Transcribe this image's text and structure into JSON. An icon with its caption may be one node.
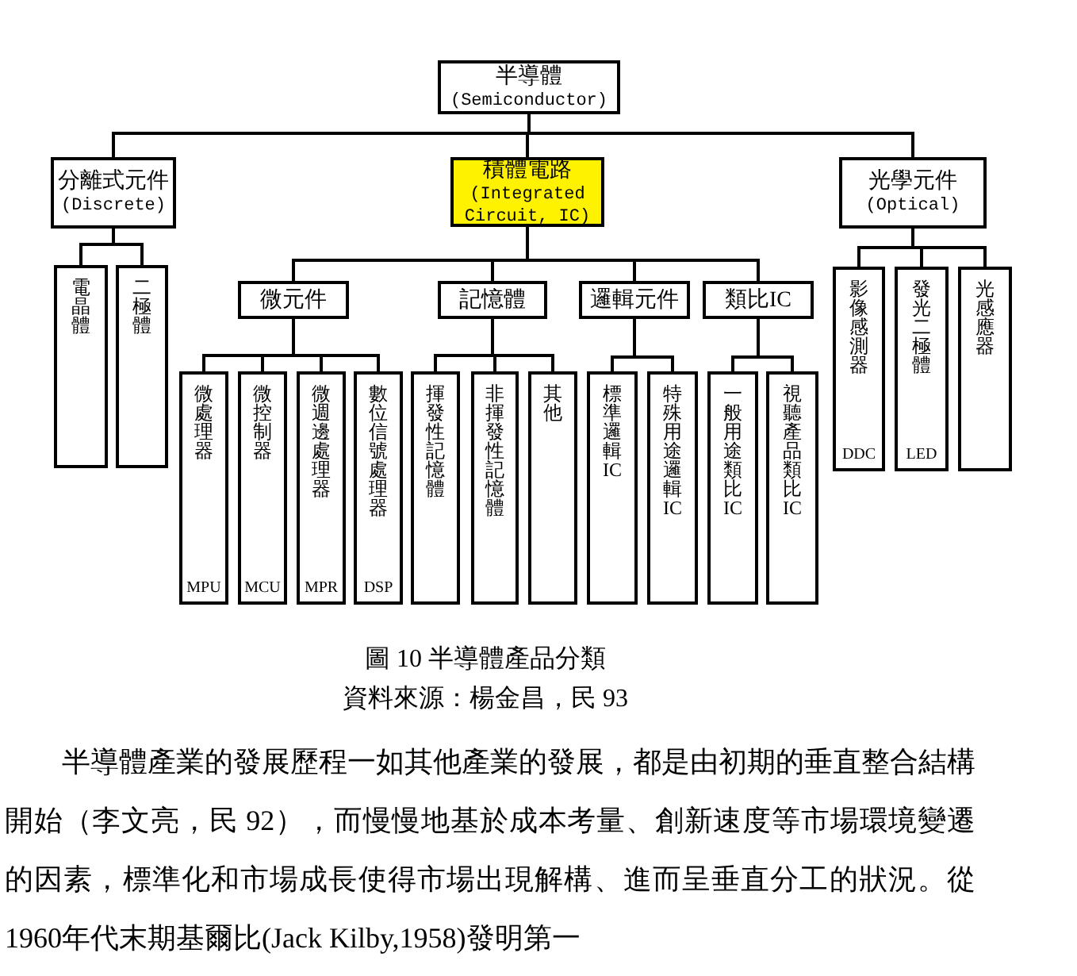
{
  "diagram": {
    "caption": "圖 10 半導體產品分類",
    "nodes": [
      {
        "text": [
          "半導體",
          "(Semiconductor)"
        ]
      },
      {
        "text": [
          "分離式元件",
          "(Discrete)"
        ]
      },
      {
        "text": [
          "積體電路",
          "(Integrated Circuit, IC)"
        ]
      },
      {
        "text": [
          "光學元件",
          "(Optical)"
        ]
      },
      {
        "text": [
          "電晶體"
        ]
      },
      {
        "text": [
          "二極體"
        ]
      },
      {
        "text": [
          "微元件"
        ]
      },
      {
        "text": [
          "記憶體"
        ]
      },
      {
        "text": [
          "邏輯元件"
        ]
      },
      {
        "text": [
          "類比IC"
        ]
      },
      {
        "text": [
          "影像感測器",
          "DDC"
        ]
      },
      {
        "text": [
          "發光二極體",
          "LED"
        ]
      },
      {
        "text": [
          "光感應器"
        ]
      },
      {
        "text": [
          "微處理器",
          "MPU"
        ]
      },
      {
        "text": [
          "微控制器",
          "MCU"
        ]
      },
      {
        "text": [
          "微週邊處理器",
          "MPR"
        ]
      },
      {
        "text": [
          "數位信號處理器",
          "DSP"
        ]
      },
      {
        "text": [
          "揮發性記憶體"
        ]
      },
      {
        "text": [
          "非揮發性記憶體"
        ]
      },
      {
        "text": [
          "其他"
        ]
      },
      {
        "text": [
          "標準邏輯IC"
        ]
      },
      {
        "text": [
          "特殊用途邏輯IC"
        ]
      },
      {
        "text": [
          "一般用途類比IC"
        ]
      },
      {
        "text": [
          "視聽產品類比IC"
        ]
      }
    ],
    "edges": [
      {
        "from": 0,
        "to": 1,
        "arrow": "none"
      },
      {
        "from": 0,
        "to": 2,
        "arrow": "none"
      },
      {
        "from": 0,
        "to": 3,
        "arrow": "none"
      },
      {
        "from": 1,
        "to": 4,
        "arrow": "none"
      },
      {
        "from": 1,
        "to": 5,
        "arrow": "none"
      },
      {
        "from": 2,
        "to": 6,
        "arrow": "none"
      },
      {
        "from": 2,
        "to": 7,
        "arrow": "none"
      },
      {
        "from": 2,
        "to": 8,
        "arrow": "none"
      },
      {
        "from": 2,
        "to": 9,
        "arrow": "none"
      },
      {
        "from": 3,
        "to": 10,
        "arrow": "none"
      },
      {
        "from": 3,
        "to": 11,
        "arrow": "none"
      },
      {
        "from": 3,
        "to": 12,
        "arrow": "none"
      },
      {
        "from": 6,
        "to": 13,
        "arrow": "none"
      },
      {
        "from": 6,
        "to": 14,
        "arrow": "none"
      },
      {
        "from": 6,
        "to": 15,
        "arrow": "none"
      },
      {
        "from": 6,
        "to": 16,
        "arrow": "none"
      },
      {
        "from": 7,
        "to": 17,
        "arrow": "none"
      },
      {
        "from": 7,
        "to": 18,
        "arrow": "none"
      },
      {
        "from": 7,
        "to": 19,
        "arrow": "none"
      },
      {
        "from": 8,
        "to": 20,
        "arrow": "none"
      },
      {
        "from": 8,
        "to": 21,
        "arrow": "none"
      },
      {
        "from": 9,
        "to": 22,
        "arrow": "none"
      },
      {
        "from": 9,
        "to": 23,
        "arrow": "none"
      }
    ],
    "labels": [
      "資料來源：楊金昌，民 93",
      "半導體產業的發展歷程一如其他產業的發展，都是由初期的垂直整合結構開始（李文亮，民 92），而慢慢地基於成本考量、創新速度等市場環境變遷的因素，標準化和市場成長使得市場出現解構、進而呈垂直分工的狀況。從 1960年代末期基爾比(Jack Kilby,1958)發明第一"
    ]
  }
}
